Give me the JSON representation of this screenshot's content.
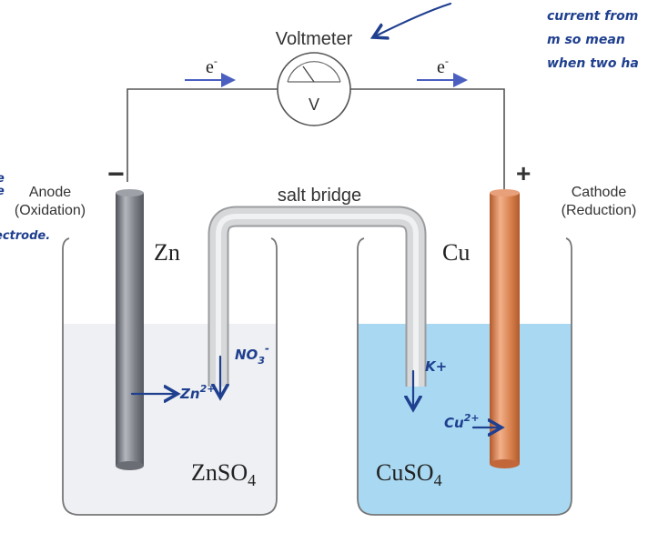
{
  "title": "Voltmeter",
  "meter_symbol": "V",
  "electron_left": "e",
  "electron_right": "e",
  "electron_charge": "-",
  "anode": {
    "sign": "−",
    "name": "Anode",
    "process": "(Oxidation)",
    "metal": "Zn",
    "solution_base": "ZnSO",
    "solution_sub": "4"
  },
  "cathode": {
    "sign": "+",
    "name": "Cathode",
    "process": "(Reduction)",
    "metal": "Cu",
    "solution_base": "CuSO",
    "solution_sub": "4"
  },
  "salt_bridge": "salt bridge",
  "annotations": {
    "top_right_line1": "current from",
    "top_right_line2": "m so mean",
    "top_right_line3": "when two ha",
    "left_edge_1": "e",
    "left_edge_2": "e",
    "left_edge_3": "ectrode.",
    "nitrate": "NO",
    "nitrate_sub": "3",
    "nitrate_charge": "-",
    "potassium": "K+",
    "zinc_ion": "Zn",
    "zinc_ion_charge": "2+",
    "copper_ion": "Cu",
    "copper_ion_charge": "2+"
  },
  "colors": {
    "wire": "#555555",
    "electron_arrow": "#4a5fc0",
    "zinc": "#7b7e86",
    "copper": "#d9824e",
    "cu_solution": "#a9d9f2",
    "zn_solution": "#eef0f3",
    "salt_bridge": "#d6d8da",
    "handwriting": "#1f3f8f"
  }
}
